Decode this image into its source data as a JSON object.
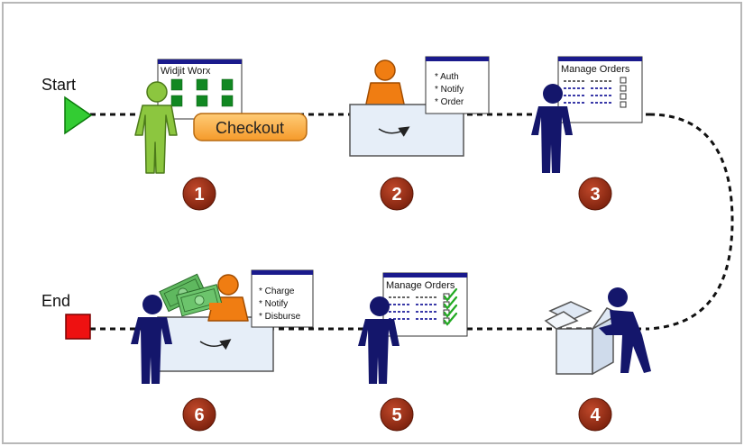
{
  "labels": {
    "start": "Start",
    "end": "End"
  },
  "steps": [
    {
      "number": "1"
    },
    {
      "number": "2"
    },
    {
      "number": "3"
    },
    {
      "number": "4"
    },
    {
      "number": "5"
    },
    {
      "number": "6"
    }
  ],
  "storefront": {
    "window_title": "Widjit Worx",
    "checkout_label": "Checkout"
  },
  "checkout_processing": {
    "items": [
      "* Auth",
      "* Notify",
      "* Order"
    ]
  },
  "manage_orders_1": {
    "window_title": "Manage Orders"
  },
  "manage_orders_2": {
    "window_title": "Manage Orders"
  },
  "payment_processing": {
    "items": [
      "* Charge",
      "* Notify",
      "* Disburse"
    ]
  },
  "colors": {
    "start_marker": "#33cc33",
    "end_marker": "#ee1111",
    "customer": "#8cc63f",
    "merchant_staff": "#14166b",
    "processor": "#f07d12",
    "step_badge": "#8b2a12",
    "checkout_button": "#f8b04a",
    "window_titlebar": "#1a1a8c",
    "product_tile": "#118822",
    "desk": "#e6eef8",
    "check_mark": "#22aa22",
    "cash": "#5fb85f"
  }
}
